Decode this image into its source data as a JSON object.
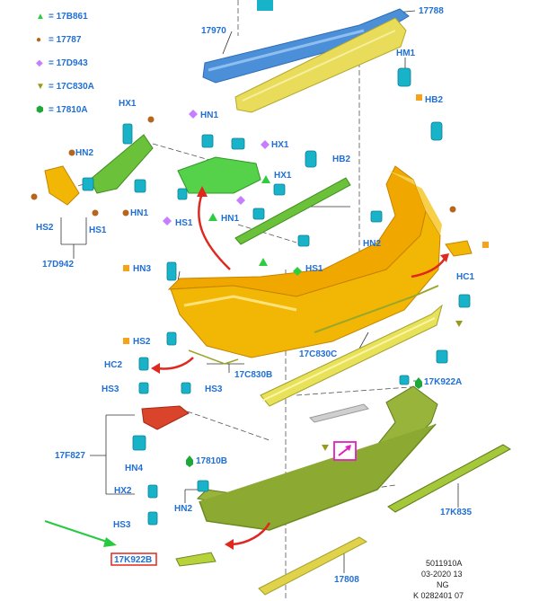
{
  "legend": [
    {
      "symbol": "triangle",
      "color": "#2ecc40",
      "code": "= 17B861"
    },
    {
      "symbol": "circle",
      "color": "#b5651d",
      "code": "= 17787"
    },
    {
      "symbol": "diamond",
      "color": "#c77dff",
      "code": "= 17D943"
    },
    {
      "symbol": "triangle-down",
      "color": "#9a9a1a",
      "code": "= 17C830A"
    },
    {
      "symbol": "hexagon",
      "color": "#1fa83a",
      "code": "= 17810A"
    }
  ],
  "labels": {
    "l17970": "17970",
    "l17788": "17788",
    "hm1": "HM1",
    "hb2": "HB2",
    "hb2b": "HB2",
    "hx1a": "HX1",
    "hn1a": "HN1",
    "hx1b": "HX1",
    "hn2a": "HN2",
    "hx1c": "HX1",
    "hs2a": "HS2",
    "hs1a": "HS1",
    "hn1b": "HN1",
    "hs1b": "HS1",
    "hn1c": "HN1",
    "l17d942": "17D942",
    "hn2b": "HN2",
    "hn3": "HN3",
    "hs1c": "HS1",
    "hc1": "HC1",
    "hs2b": "HS2",
    "l17c830c": "17C830C",
    "hc2": "HC2",
    "l17c830b": "17C830B",
    "l17k922a": "17K922A",
    "hs3a": "HS3",
    "hs3b": "HS3",
    "l17f827": "17F827",
    "hn4": "HN4",
    "l17810b": "17810B",
    "hx2": "HX2",
    "hn2c": "HN2",
    "l17k835": "17K835",
    "hs3c": "HS3",
    "l17k922b": "17K922B",
    "l17808": "17808"
  },
  "meta": {
    "ref": "5011910A",
    "date": "03-2020 13",
    "market": "NG",
    "code": "K 0282401 07"
  },
  "colors": {
    "label_blue": "#1f6fd6",
    "bumper_yellow": "#f2b705",
    "bar_blue": "#4a8fd8",
    "clip_cyan": "#19b3c9",
    "part_green": "#6bc23a",
    "olive": "#9aa62a",
    "pale_yellow": "#e8dc5a",
    "red_part": "#d9442b",
    "arrow_red": "#e0281e",
    "arrow_green": "#27c93f",
    "highlight_box": "#e0281e",
    "icon_box": "#e020c0"
  }
}
